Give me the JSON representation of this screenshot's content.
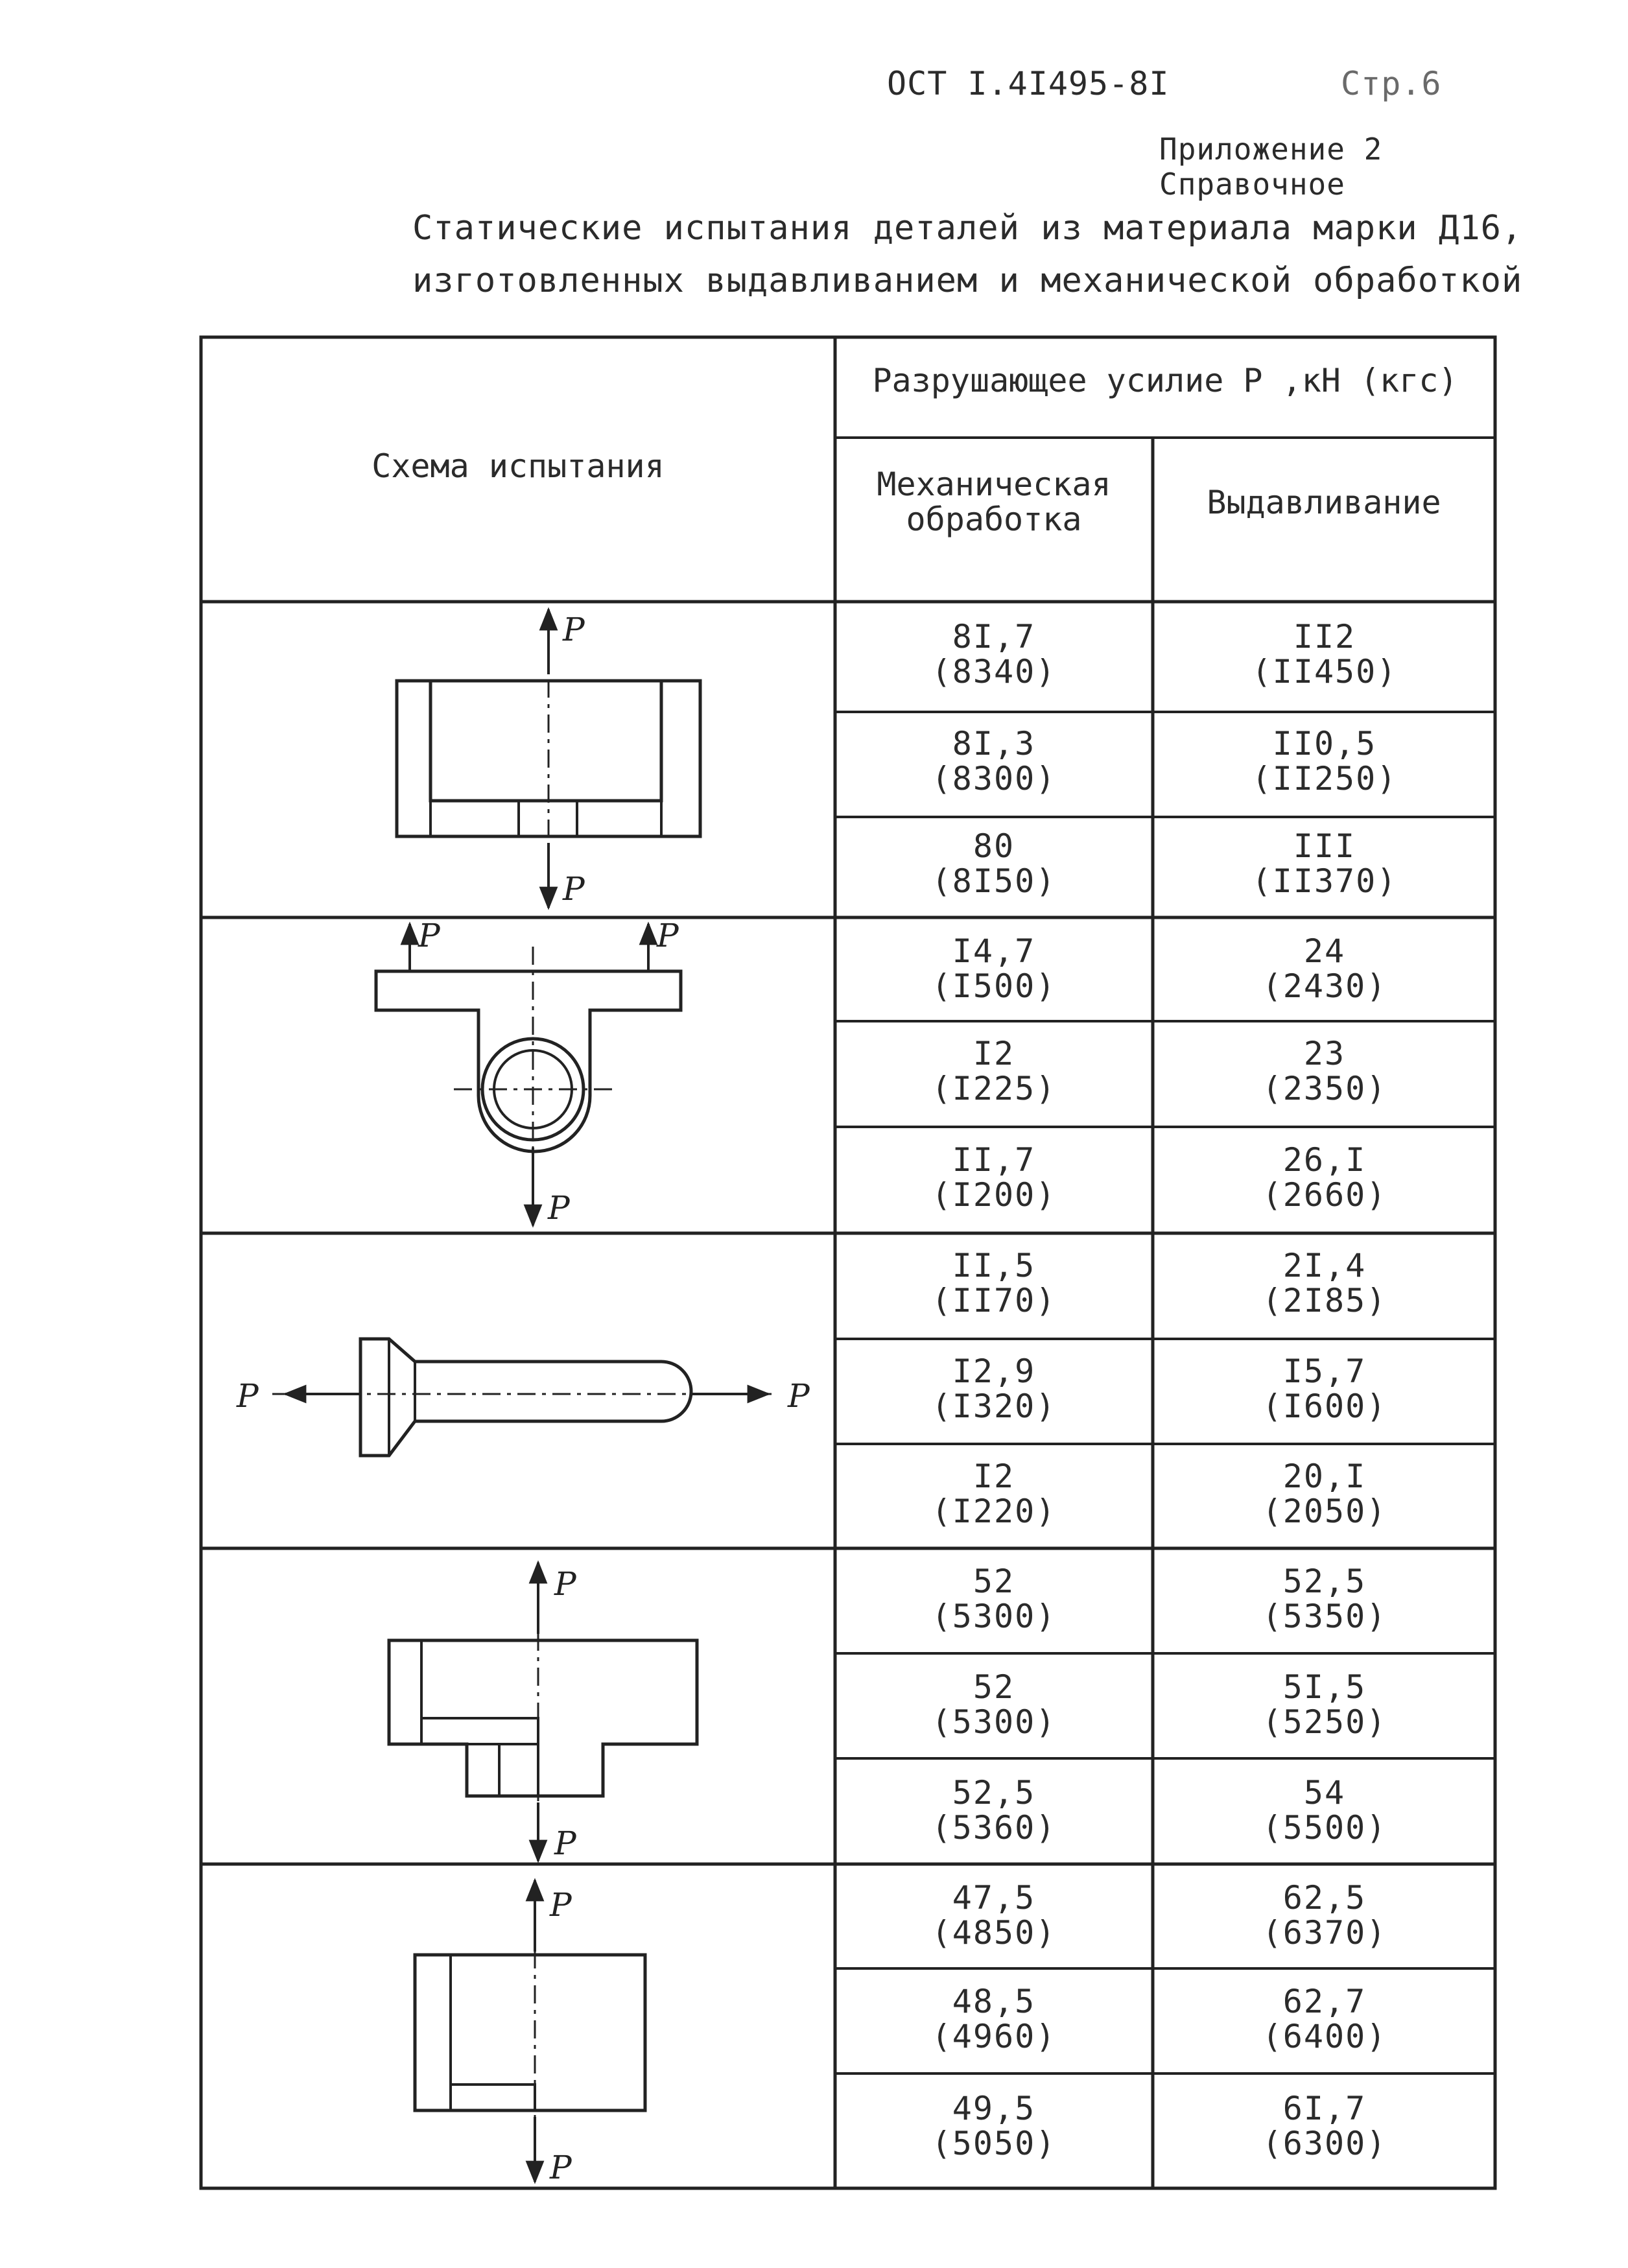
{
  "header": {
    "doc_code": "ОСТ I.4I495-8I",
    "page_number": "Стр.6",
    "appendix_label": "Приложение 2",
    "appendix_type": "Справочное"
  },
  "title": {
    "line1": "Статические испытания деталей из материала марки Д16,",
    "line2": "изготовленных выдавливанием и механической обработкой"
  },
  "table": {
    "col_scheme_header": "Схема испытания",
    "group_header": "Разрушающее усилие P ,кН (кгс)",
    "col_mech_header_1": "Механическая",
    "col_mech_header_2": "обработка",
    "col_extr_header": "Выдавливание",
    "force_label": "P",
    "rows": [
      {
        "mech_kn": "8I,7",
        "mech_kgs": "(8340)",
        "extr_kn": "II2",
        "extr_kgs": "(II450)"
      },
      {
        "mech_kn": "8I,3",
        "mech_kgs": "(8300)",
        "extr_kn": "II0,5",
        "extr_kgs": "(II250)"
      },
      {
        "mech_kn": "80",
        "mech_kgs": "(8I50)",
        "extr_kn": "III",
        "extr_kgs": "(II370)"
      },
      {
        "mech_kn": "I4,7",
        "mech_kgs": "(I500)",
        "extr_kn": "24",
        "extr_kgs": "(2430)"
      },
      {
        "mech_kn": "I2",
        "mech_kgs": "(I225)",
        "extr_kn": "23",
        "extr_kgs": "(2350)"
      },
      {
        "mech_kn": "II,7",
        "mech_kgs": "(I200)",
        "extr_kn": "26,I",
        "extr_kgs": "(2660)"
      },
      {
        "mech_kn": "II,5",
        "mech_kgs": "(II70)",
        "extr_kn": "2I,4",
        "extr_kgs": "(2I85)"
      },
      {
        "mech_kn": "I2,9",
        "mech_kgs": "(I320)",
        "extr_kn": "I5,7",
        "extr_kgs": "(I600)"
      },
      {
        "mech_kn": "I2",
        "mech_kgs": "(I220)",
        "extr_kn": "20,I",
        "extr_kgs": "(2050)"
      },
      {
        "mech_kn": "52",
        "mech_kgs": "(5300)",
        "extr_kn": "52,5",
        "extr_kgs": "(5350)"
      },
      {
        "mech_kn": "52",
        "mech_kgs": "(5300)",
        "extr_kn": "5I,5",
        "extr_kgs": "(5250)"
      },
      {
        "mech_kn": "52,5",
        "mech_kgs": "(5360)",
        "extr_kn": "54",
        "extr_kgs": "(5500)"
      },
      {
        "mech_kn": "47,5",
        "mech_kgs": "(4850)",
        "extr_kn": "62,5",
        "extr_kgs": "(6370)"
      },
      {
        "mech_kn": "48,5",
        "mech_kgs": "(4960)",
        "extr_kn": "62,7",
        "extr_kgs": "(6400)"
      },
      {
        "mech_kn": "49,5",
        "mech_kgs": "(5050)",
        "extr_kn": "6I,7",
        "extr_kgs": "(6300)"
      }
    ]
  }
}
